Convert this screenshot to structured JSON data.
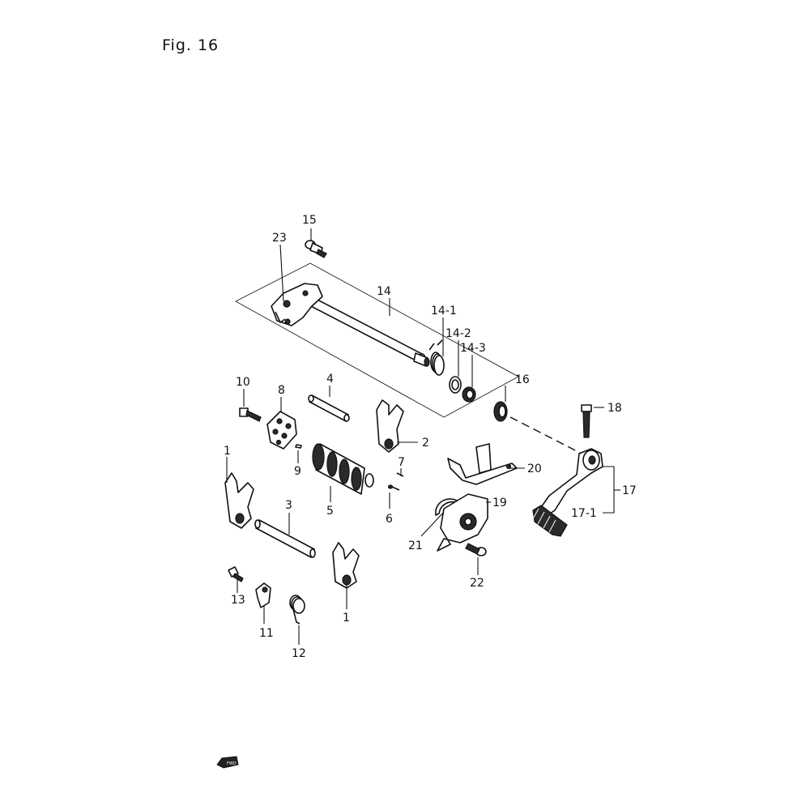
{
  "figure_title": "Fig. 16",
  "labels": {
    "l1a": "1",
    "l1b": "1",
    "l2": "2",
    "l3": "3",
    "l4": "4",
    "l5": "5",
    "l6": "6",
    "l7": "7",
    "l8": "8",
    "l9": "9",
    "l10": "10",
    "l11": "11",
    "l12": "12",
    "l13": "13",
    "l14": "14",
    "l14_1": "14-1",
    "l14_2": "14-2",
    "l14_3": "14-3",
    "l15": "15",
    "l16": "16",
    "l17": "17",
    "l17_1": "17-1",
    "l18": "18",
    "l19": "19",
    "l20": "20",
    "l21": "21",
    "l22": "22",
    "l23": "23"
  },
  "fwd_badge": "FWD"
}
